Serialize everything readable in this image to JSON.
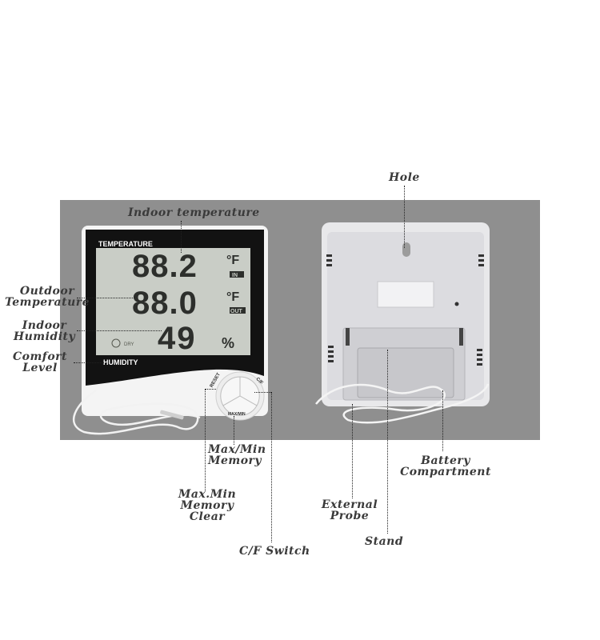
{
  "front": {
    "case_label_top": "TEMPERATURE",
    "case_label_bottom": "HUMIDITY",
    "readout_indoor_temp": "88.2",
    "readout_outdoor_temp": "88.0",
    "readout_humidity": "49",
    "unit_temp": "°F",
    "unit_humidity": "%",
    "tag_in": "IN",
    "tag_out": "OUT",
    "comfort_indicator": "DRY",
    "button_reset": "RESET",
    "button_cf": "C/F",
    "button_maxmin": "MAX/MIN"
  },
  "labels": {
    "indoor_temperature": "Indoor temperature",
    "outdoor_temperature": [
      "Outdoor",
      "Temperature"
    ],
    "indoor_humidity": [
      "Indoor",
      "Humidity"
    ],
    "comfort_level": [
      "Comfort",
      "Level"
    ],
    "maxmin_memory": [
      "Max/Min",
      "Memory"
    ],
    "maxmin_memory_clear": [
      "Max.Min",
      "Memory",
      "Clear"
    ],
    "cf_switch": "C/F Switch",
    "hole": "Hole",
    "battery_compartment": [
      "Battery",
      "Compartment"
    ],
    "external_probe": [
      "External",
      "Probe"
    ],
    "stand": "Stand"
  },
  "colors": {
    "photo_background": "#8f8f8f",
    "case_white": "#f4f4f4",
    "lcd_bezel": "#111111",
    "lcd_screen": "#c9cdc6",
    "label_text": "#3a3a3a"
  }
}
